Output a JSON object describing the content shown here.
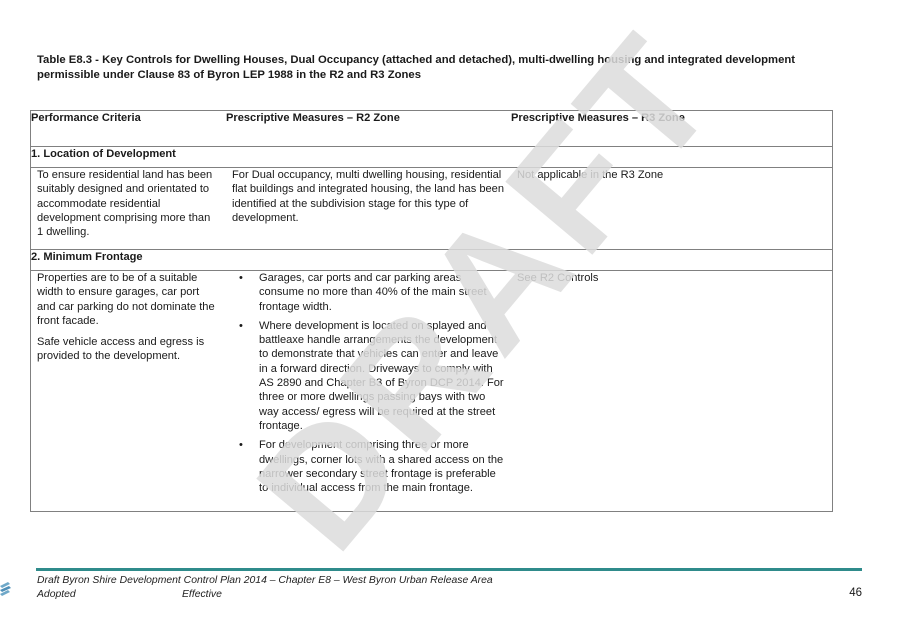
{
  "caption": "Table E8.3 - Key Controls for Dwelling Houses, Dual Occupancy (attached and detached), multi-dwelling housing and integrated development permissible under Clause 83 of Byron LEP 1988 in the R2 and R3 Zones",
  "table": {
    "headers": [
      "Performance Criteria",
      "Prescriptive Measures – R2 Zone",
      "Prescriptive Measures – R3 Zone"
    ],
    "sections": [
      {
        "title": "1. Location of Development",
        "criteria": [
          "To ensure residential land has been suitably designed and orientated to accommodate residential development comprising more than 1 dwelling."
        ],
        "r2": "For Dual occupancy, multi dwelling housing, residential flat buildings and integrated housing, the land has been identified at the subdivision stage for this type of development.",
        "r3": "Not applicable in the R3 Zone"
      },
      {
        "title": "2. Minimum Frontage",
        "criteria": [
          "Properties are to be of a suitable width to ensure garages, car port and car parking do not dominate the front facade.",
          "Safe vehicle access and egress is provided to the development."
        ],
        "r2_bullets": [
          "Garages, car ports and car parking areas consume no more than 40% of the main street frontage width.",
          "Where development is located on splayed and battleaxe handle arrangements the development to demonstrate that vehicles can enter and leave in a forward direction. Driveways to comply with AS 2890 and Chapter B3 of Byron DCP 2014. For three or more dwellings passing bays with two way access/ egress will be required at the street frontage.",
          "For development comprising three or more dwellings, corner lots with a shared access on the narrower secondary street frontage is preferable to individual access from the main frontage."
        ],
        "bullet_char": "•",
        "r3": "See R2 Controls"
      }
    ]
  },
  "watermark": "DRAFT",
  "footer": {
    "title": "Draft Byron Shire Development Control Plan 2014 – Chapter E8 – West Byron Urban Release Area",
    "adopted": "Adopted",
    "effective": "Effective",
    "page_number": "46"
  },
  "colors": {
    "footer_rule": "#2f8b8b",
    "watermark": "#dcdcdc",
    "grid": "#808080"
  }
}
